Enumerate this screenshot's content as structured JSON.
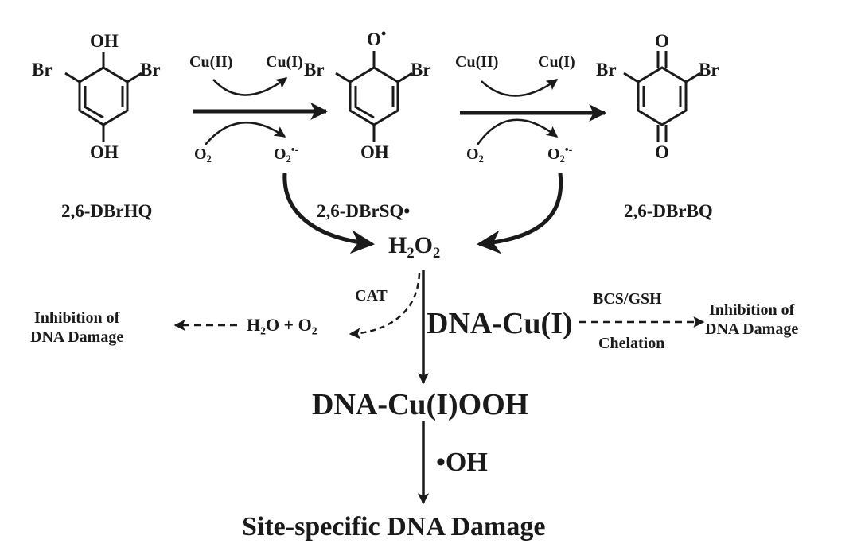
{
  "compounds": {
    "dbrhq": {
      "name": "2,6-DBrHQ",
      "top_group": "OH",
      "bottom_group": "OH",
      "left_sub": "Br",
      "right_sub": "Br"
    },
    "dbrsq": {
      "name": "2,6-DBrSQ•",
      "top_atom": "O",
      "top_radical": "•",
      "bottom_group": "OH",
      "left_sub": "Br",
      "right_sub": "Br"
    },
    "dbrbq": {
      "name": "2,6-DBrBQ",
      "top_atom": "O",
      "bottom_atom": "O",
      "left_sub": "Br",
      "right_sub": "Br"
    }
  },
  "reaction1": {
    "copper_in": "Cu(II)",
    "copper_out": "Cu(I)",
    "oxygen_in": "O",
    "oxygen_in_sub": "2",
    "oxygen_out": "O",
    "oxygen_out_sub": "2",
    "oxygen_out_sup": "•-"
  },
  "reaction2": {
    "copper_in": "Cu(II)",
    "copper_out": "Cu(I)",
    "oxygen_in": "O",
    "oxygen_in_sub": "2",
    "oxygen_out": "O",
    "oxygen_out_sub": "2",
    "oxygen_out_sup": "•-"
  },
  "pathway": {
    "h2o2": {
      "h": "H",
      "h_sub": "2",
      "o": "O",
      "o_sub": "2"
    },
    "catalase": "CAT",
    "water_oxygen": {
      "part1": "H",
      "part1_sub": "2",
      "part2": "O + O",
      "part2_sub": "2"
    },
    "left_inhibition": {
      "line1": "Inhibition of",
      "line2": "DNA Damage"
    },
    "dna_cu": "DNA-Cu(I)",
    "chelator": "BCS/GSH",
    "chelation": "Chelation",
    "right_inhibition": {
      "line1": "Inhibition of",
      "line2": "DNA Damage"
    },
    "dna_cu_ooh": "DNA-Cu(I)OOH",
    "hydroxyl": "•OH",
    "final": "Site-specific DNA Damage"
  }
}
